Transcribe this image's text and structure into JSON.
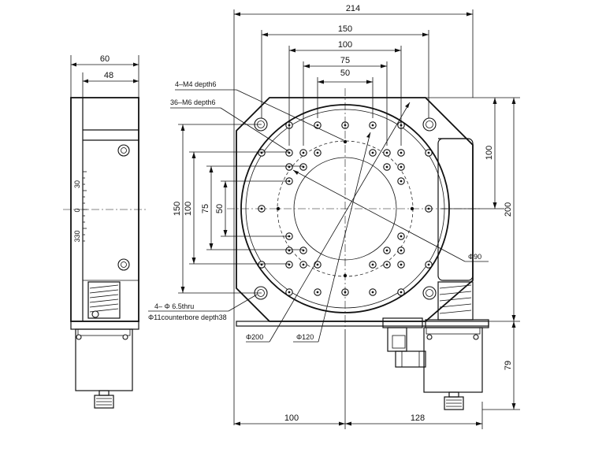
{
  "dimensions": {
    "top_214": "214",
    "top_150": "150",
    "top_100": "100",
    "top_75": "75",
    "top_50": "50",
    "side_60": "60",
    "side_48": "48",
    "left_150": "150",
    "left_100": "100",
    "left_75": "75",
    "left_50": "50",
    "right_100": "100",
    "right_200": "200",
    "right_79": "79",
    "bottom_100": "100",
    "bottom_128": "128"
  },
  "notes": {
    "m4": "4–M4 depth6",
    "m6": "36–M6 depth6",
    "thru_line1": "4– Φ 6.5thru",
    "thru_line2": "Φ11counterbore depth38",
    "phi200": "Φ200",
    "phi120": "Φ120",
    "phi90": "Φ90"
  },
  "scale": {
    "top": "30",
    "zero": "0",
    "bottom": "330"
  }
}
